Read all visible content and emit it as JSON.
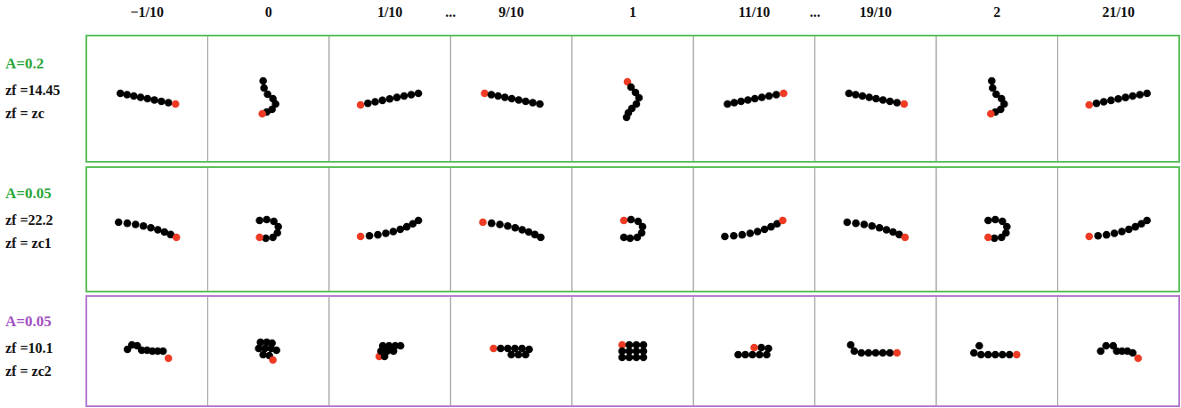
{
  "diagram": {
    "labels": [
      "−1/10",
      "0",
      "1/10",
      "...",
      "9/10",
      "1",
      "11/10",
      "...",
      "19/10",
      "2",
      "21/10",
      "A=0.2",
      "zf =14.45",
      "zf = zc",
      "A=0.05",
      "zf =22.2",
      "zf = zc1",
      "A=0.05",
      "zf =10.1",
      "zf = zc2"
    ]
  }
}
